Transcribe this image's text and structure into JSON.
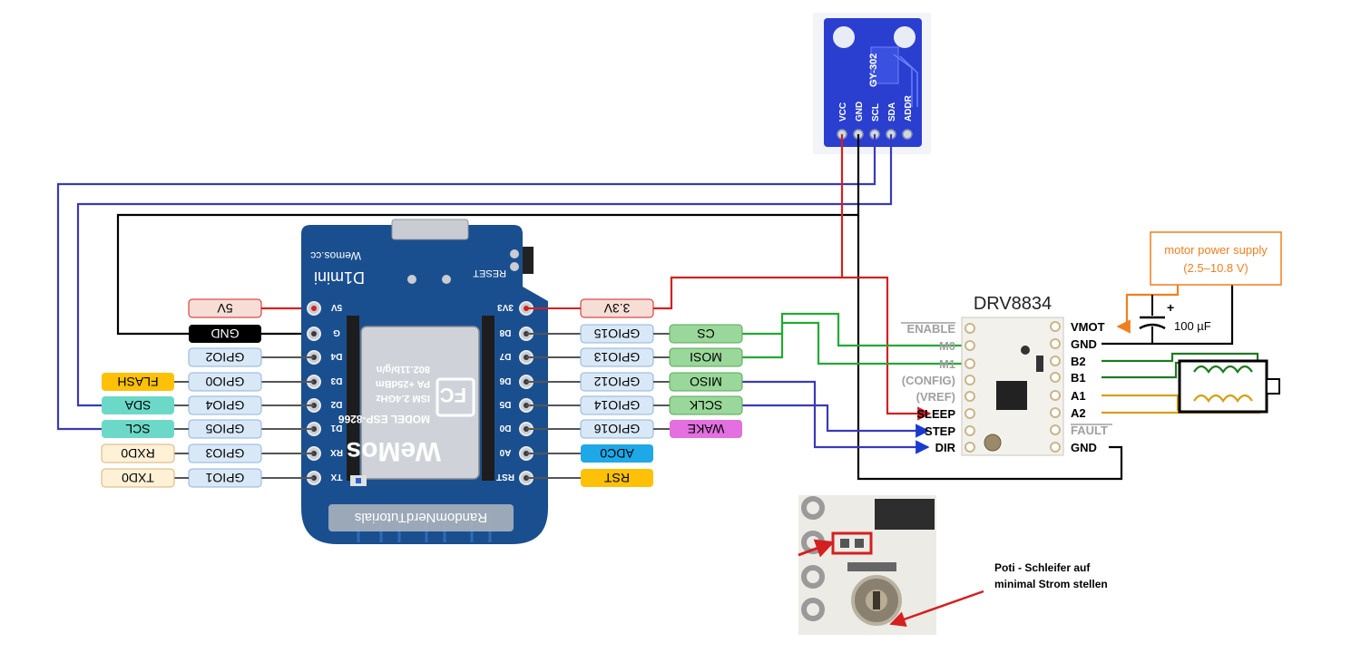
{
  "colors": {
    "red": "#d42020",
    "black": "#000000",
    "blue": "#3a3ab8",
    "green": "#22aa33",
    "dark_green": "#1f7a1f",
    "gold": "#d4a017",
    "orange": "#f07f1e",
    "board": "#1a4f8f",
    "sensor_board": "#2a3fd0",
    "tag_light_blue": "#d9e8f7",
    "tag_red": "#f6ddd6",
    "tag_green": "#9ad79a",
    "tag_teal": "#6cd9c8",
    "tag_yellow": "#ffc107",
    "tag_cream": "#fff1d6",
    "tag_magenta": "#e36fe0",
    "tag_cyan": "#1ea8e8"
  },
  "d1mini": {
    "brand": "Wemos.cc",
    "model": "D1mini",
    "reset": "RESET",
    "chip_brand": "WeMos",
    "chip_model": "MODEL ESP-8266",
    "chip_specs": [
      "ISM 2.4GHz",
      "PA +25dBm",
      "802.11b/g/n"
    ],
    "credit": "RandomNerdTutorials",
    "left_pins": [
      "5V",
      "G",
      "D4",
      "D3",
      "D2",
      "D1",
      "RX",
      "TX"
    ],
    "right_pins": [
      "3V3",
      "D8",
      "D7",
      "D6",
      "D5",
      "D0",
      "A0",
      "RST"
    ]
  },
  "left_tags": {
    "power": [
      "5V",
      "GND"
    ],
    "gpio": [
      "GPIO2",
      "GPIO0",
      "GPIO4",
      "GPIO5",
      "GPIO3",
      "GPIO1"
    ],
    "func": [
      "FLASH",
      "SDA",
      "SCL",
      "RXD0",
      "TXD0"
    ]
  },
  "right_tags": {
    "power": "3.3V",
    "gpio": [
      "GPIO15",
      "GPIO13",
      "GPIO12",
      "GPIO14",
      "GPIO16"
    ],
    "func": [
      "CS",
      "MOSI",
      "MISO",
      "SCLK",
      "WAKE"
    ],
    "adc": "ADC0",
    "rst": "RST"
  },
  "sensor": {
    "name": "GY-302",
    "pins": [
      "VCC",
      "GND",
      "SCL",
      "SDA",
      "ADDR"
    ]
  },
  "drv": {
    "title": "DRV8834",
    "left_labels": [
      "ENABLE",
      "M0",
      "M1",
      "(CONFIG)",
      "(VREF)",
      "SLEEP",
      "STEP",
      "DIR"
    ],
    "right_labels": [
      "VMOT",
      "GND",
      "B2",
      "B1",
      "A1",
      "A2",
      "FAULT",
      "GND"
    ]
  },
  "power_supply": {
    "label": "motor power supply",
    "range": "(2.5–10.8 V)",
    "capacitor": "100 µF",
    "plus": "+"
  },
  "note": {
    "line1": "Poti - Schleifer auf",
    "line2": "minimal Strom stellen"
  }
}
